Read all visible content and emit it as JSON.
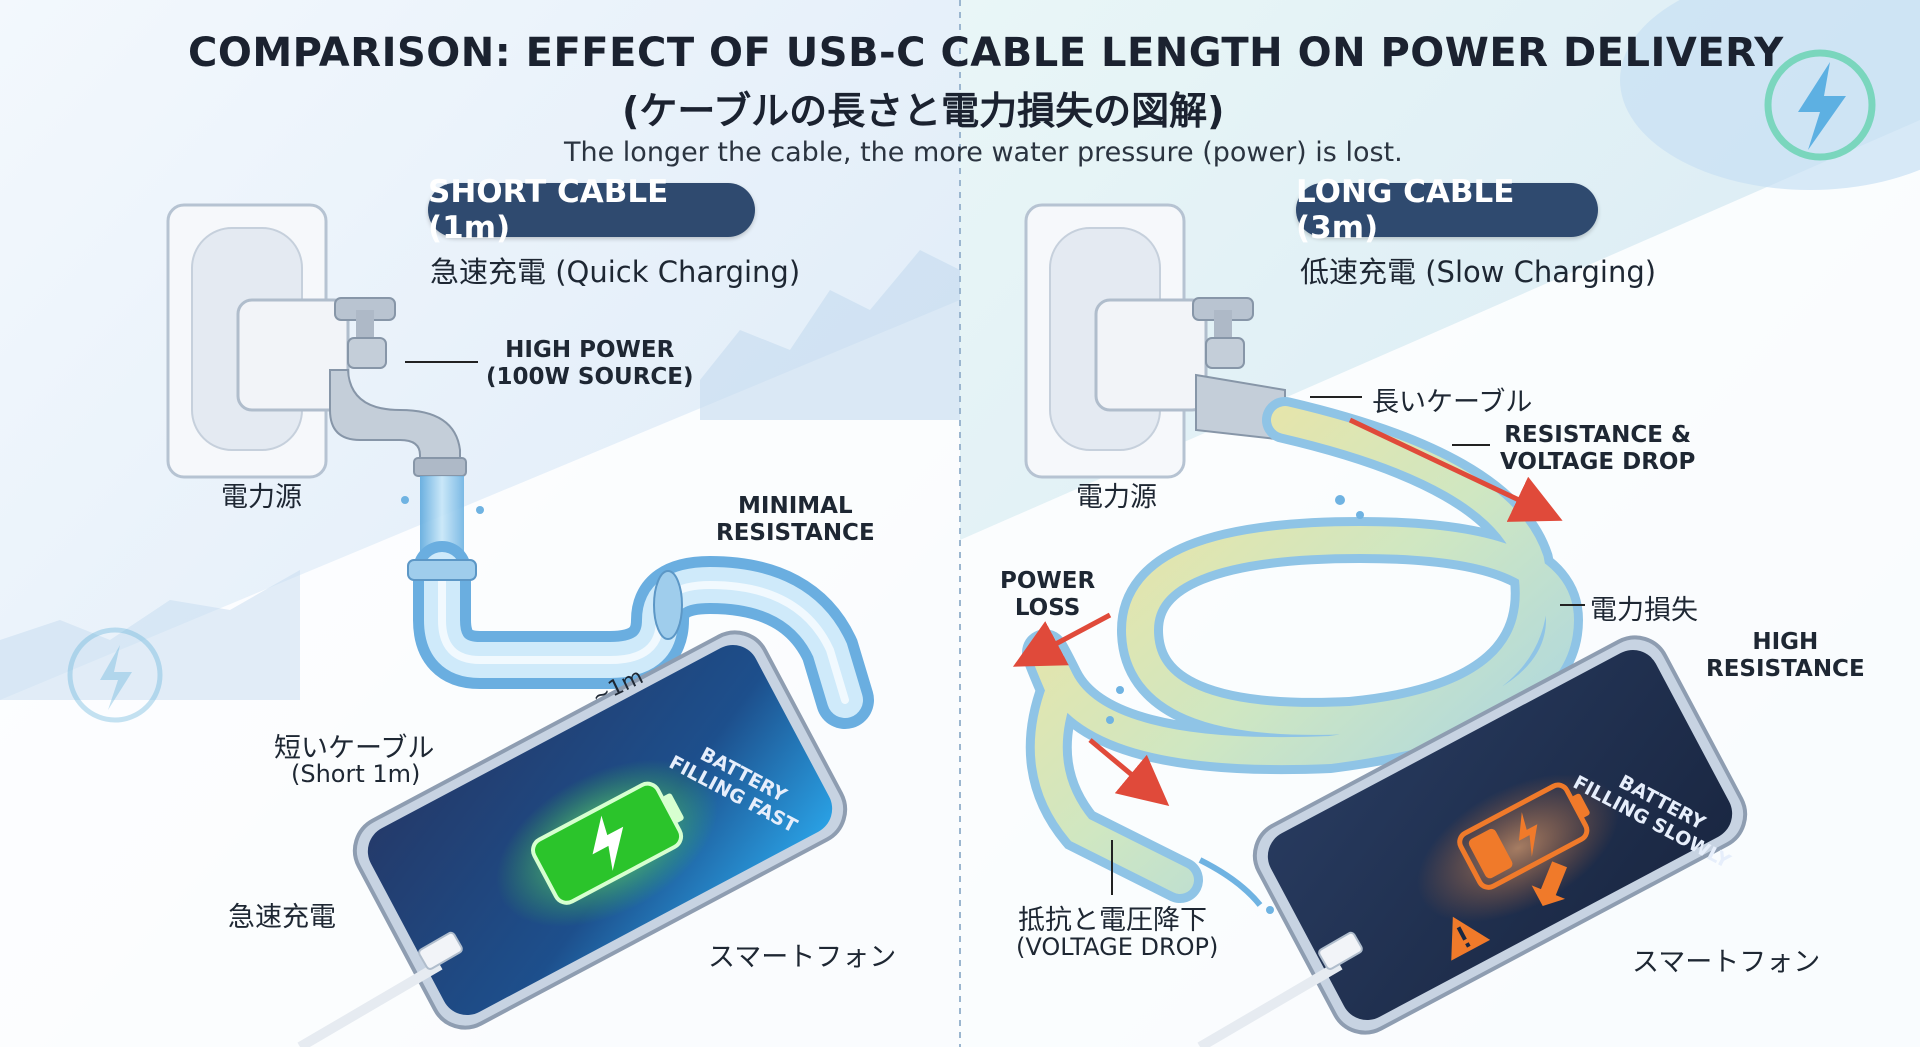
{
  "title": {
    "line1": "COMPARISON: EFFECT OF USB-C CABLE LENGTH ON POWER DELIVERY",
    "line2": "(ケーブルの長さと電力損失の図解)",
    "subtitle": "The longer the cable, the more water pressure (power) is lost."
  },
  "left_panel": {
    "header": "SHORT CABLE (1m)",
    "speed": "急速充電 (Quick Charging)",
    "high_power_line1": "HIGH POWER",
    "high_power_line2": "(100W SOURCE)",
    "power_source": "電力源",
    "minimal_line1": "MINIMAL",
    "minimal_line2": "RESISTANCE",
    "length_marker": "~1m",
    "short_cable_jp": "短いケーブル",
    "short_cable_en": "(Short 1m)",
    "battery_line1": "BATTERY",
    "battery_line2": "FILLING FAST",
    "fast_charge_jp": "急速充電",
    "smartphone": "スマートフォン"
  },
  "right_panel": {
    "header": "LONG CABLE (3m)",
    "speed": "低速充電 (Slow Charging)",
    "power_source": "電力源",
    "long_cable_jp": "長いケーブル",
    "resistance_line1": "RESISTANCE &",
    "resistance_line2": "VOLTAGE DROP",
    "power_loss_jp": "電力損失",
    "power_loss_line1": "POWER",
    "power_loss_line2": "LOSS",
    "high_resistance_line1": "HIGH",
    "high_resistance_line2": "RESISTANCE",
    "voltage_drop_jp": "抵抗と電圧降下",
    "voltage_drop_en": "(VOLTAGE DROP)",
    "battery_line1": "BATTERY",
    "battery_line2": "FILLING SLOWLY",
    "smartphone": "スマートフォン"
  },
  "colors": {
    "pill": "#2f4a6f",
    "water": "#8cc6ea",
    "battery_fast": "#3ddc3d",
    "battery_slow": "#f07a2a",
    "arrow_red": "#e04a3a",
    "cable_loss_yellow": "#f2dd8a"
  },
  "icons": [
    "power-socket-icon",
    "water-faucet-icon",
    "lightning-bolt-icon",
    "warning-icon",
    "down-arrow-icon"
  ]
}
